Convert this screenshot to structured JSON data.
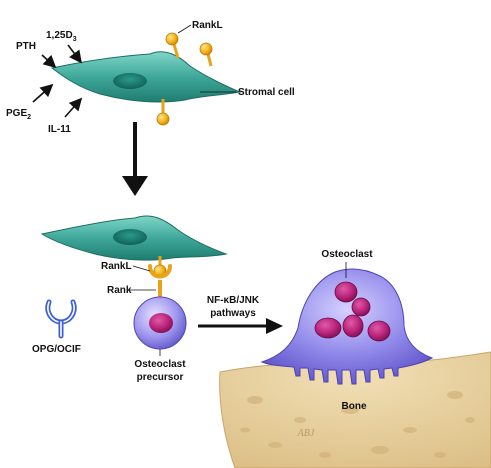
{
  "labels": {
    "pth": "PTH",
    "d3": "1,25D",
    "d3_sub": "3",
    "pge": "PGE",
    "pge_sub": "2",
    "il11": "IL-11",
    "rankl_top": "RankL",
    "stromal_cell": "Stromal cell",
    "rankl_mid": "RankL",
    "rank": "Rank",
    "opg": "OPG/OCIF",
    "precursor_line1": "Osteoclast",
    "precursor_line2": "precursor",
    "pathway_line1": "NF-κB/JNK",
    "pathway_line2": "pathways",
    "osteoclast": "Osteoclast",
    "bone": "Bone",
    "watermark": "ABJ"
  },
  "colors": {
    "stromal_cell": "#3fa89a",
    "stromal_nucleus": "#1f7d70",
    "ligand": "#f5b21b",
    "receptor_stem": "#e9a21a",
    "opg": "#3a5fd6",
    "osteoclast": "#8c84e6",
    "nucleus": "#b8237a",
    "bone": "#ead3a2",
    "arrow": "#111111"
  }
}
